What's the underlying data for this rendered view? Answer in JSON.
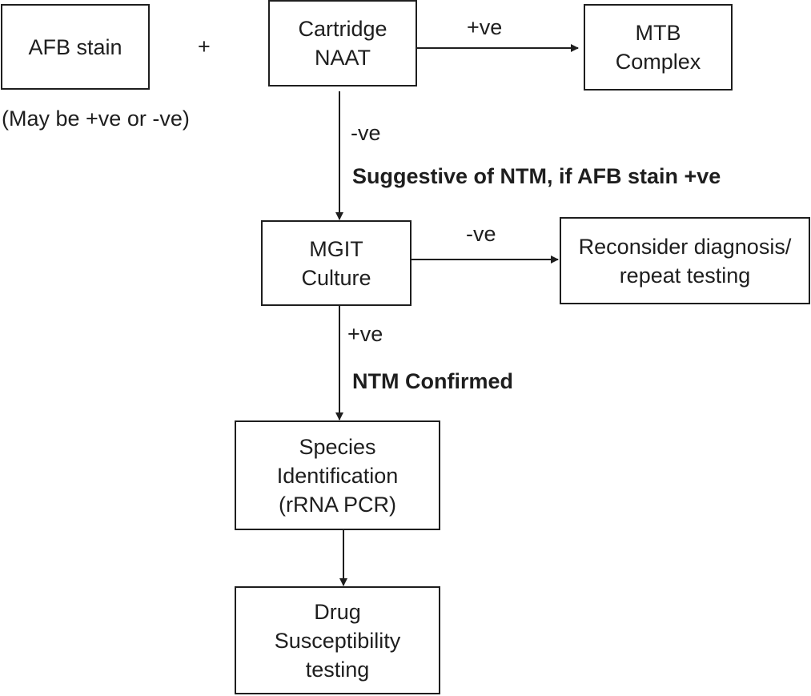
{
  "boxes": {
    "afb_stain": {
      "lines": [
        "AFB stain"
      ]
    },
    "cartridge_naat": {
      "lines": [
        "Cartridge",
        "NAAT"
      ]
    },
    "mtb_complex": {
      "lines": [
        "MTB",
        "Complex"
      ]
    },
    "mgit_culture": {
      "lines": [
        "MGIT",
        "Culture"
      ]
    },
    "reconsider": {
      "lines": [
        "Reconsider diagnosis/",
        "repeat testing"
      ]
    },
    "species_id": {
      "lines": [
        "Species",
        "Identification",
        "(rRNA PCR)"
      ]
    },
    "drug_susceptibility": {
      "lines": [
        "Drug",
        "Susceptibility",
        "testing"
      ]
    }
  },
  "labels": {
    "plus_sign": "+",
    "afb_note": "(May be +ve or -ve)",
    "naat_positive": "+ve",
    "naat_negative": "-ve",
    "suggestive_ntm": "Suggestive of NTM, if AFB stain +ve",
    "culture_negative": "-ve",
    "culture_positive": "+ve",
    "ntm_confirmed": "NTM Confirmed"
  },
  "colors": {
    "ink": "#1e1e1e",
    "background": "#ffffff"
  }
}
